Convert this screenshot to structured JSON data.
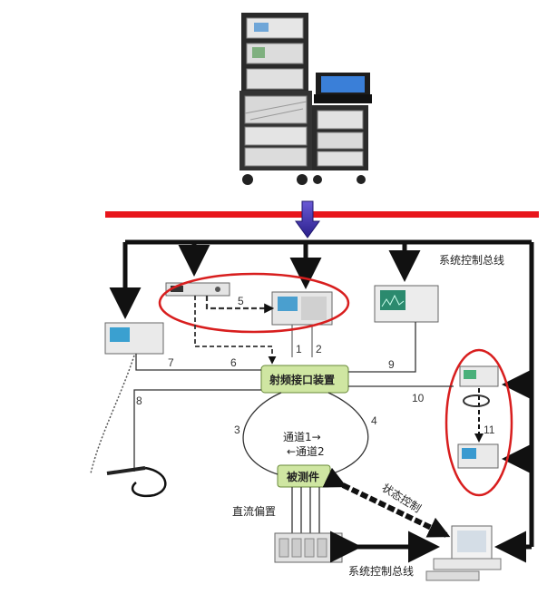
{
  "labels": {
    "system_bus_top": "系统控制总线",
    "system_bus_bottom": "系统控制总线",
    "rf_interface": "射频接口装置",
    "dut": "被测件",
    "dc_bias": "直流偏置",
    "status_control": "状态控制",
    "channel1": "通道1→",
    "channel2": "←通道2"
  },
  "links": [
    "1",
    "2",
    "3",
    "4",
    "5",
    "6",
    "7",
    "8",
    "9",
    "10",
    "11"
  ],
  "colors": {
    "bus_red": "#e8151b",
    "arrow_blue": "#3b2fb0",
    "highlight_red": "#d81e1e",
    "box_green": "#cfe6a2",
    "line_black": "#111111"
  },
  "icons": {
    "test_rack": "test-system-rack-icon",
    "computer": "computer-icon",
    "instrument": "instrument-icon"
  }
}
